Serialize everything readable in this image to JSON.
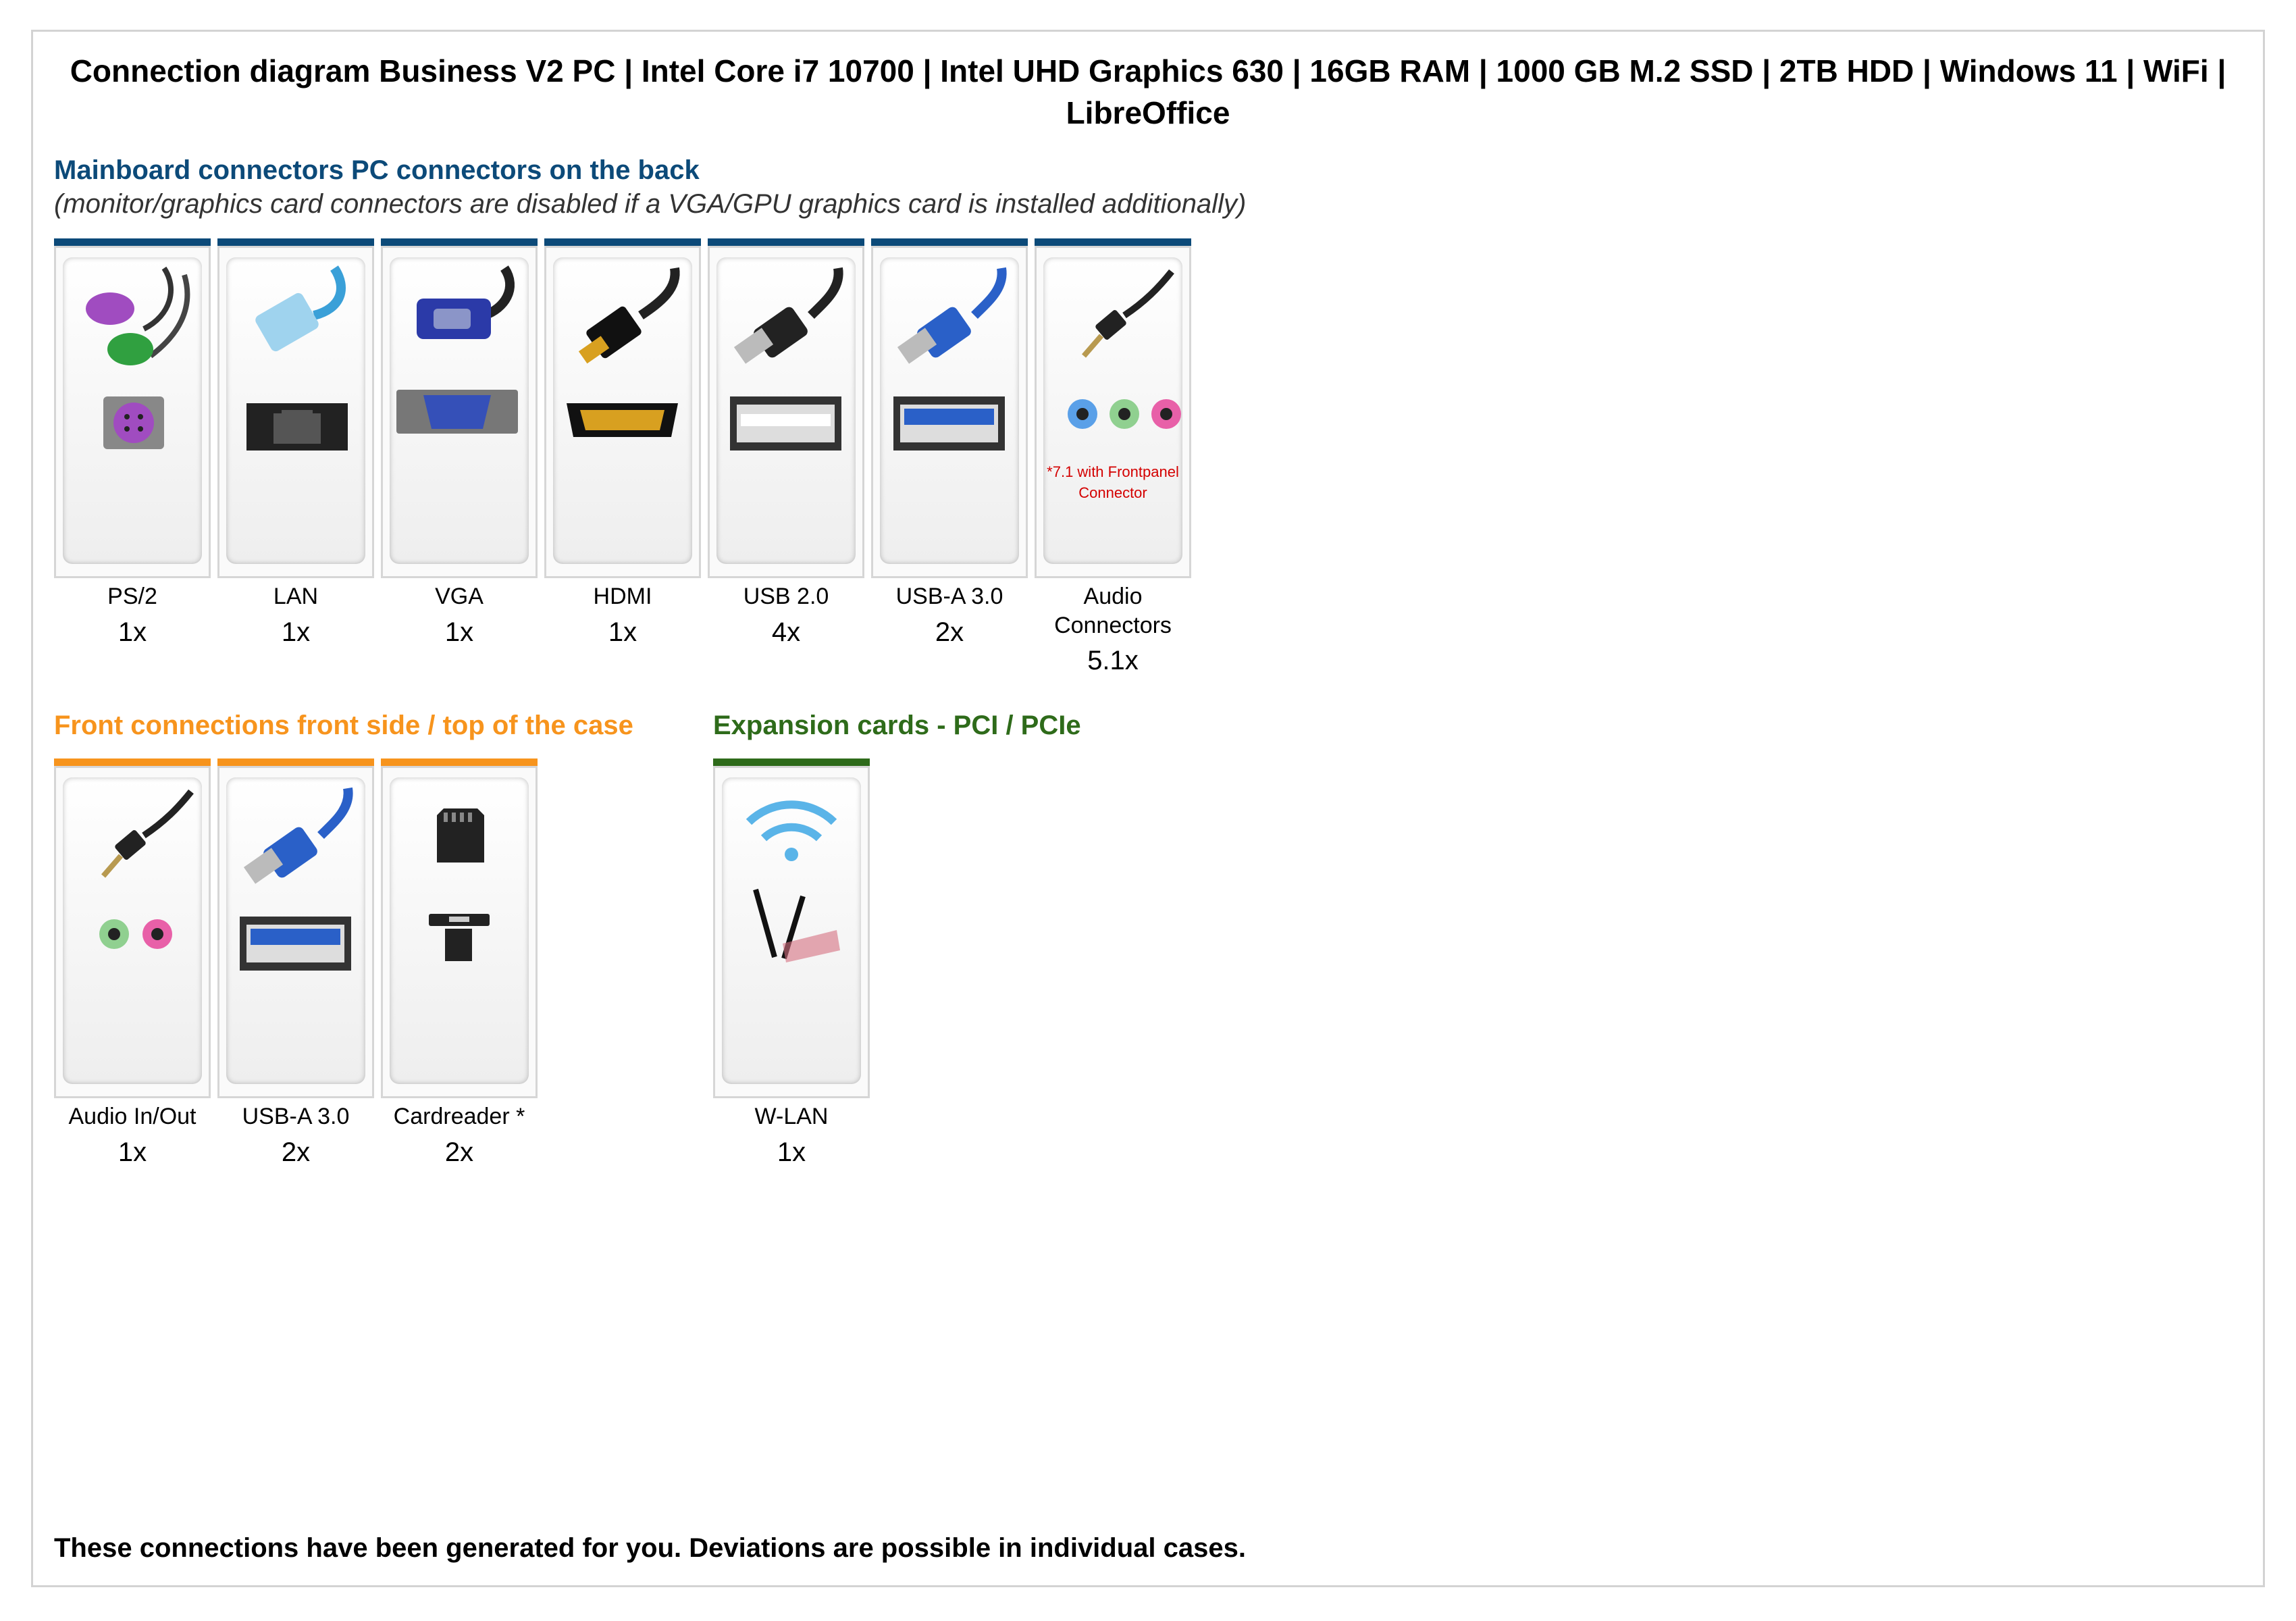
{
  "title": "Connection diagram Business V2 PC | Intel Core i7 10700 | Intel UHD Graphics 630 | 16GB RAM | 1000 GB M.2 SSD | 2TB HDD | Windows 11 | WiFi | LibreOffice",
  "colors": {
    "mainboard": "#0c4a79",
    "front": "#f7941d",
    "expansion": "#2e6b1a",
    "note": "#d40000"
  },
  "mainboard": {
    "heading": "Mainboard connectors PC connectors on the back",
    "subheading": "(monitor/graphics card connectors are disabled if a VGA/GPU graphics card is installed additionally)",
    "items": [
      {
        "icon": "ps2-icon",
        "label": "PS/2",
        "count": "1x"
      },
      {
        "icon": "lan-icon",
        "label": "LAN",
        "count": "1x"
      },
      {
        "icon": "vga-icon",
        "label": "VGA",
        "count": "1x"
      },
      {
        "icon": "hdmi-icon",
        "label": "HDMI",
        "count": "1x"
      },
      {
        "icon": "usb2-icon",
        "label": "USB 2.0",
        "count": "4x"
      },
      {
        "icon": "usb3-icon",
        "label": "USB-A 3.0",
        "count": "2x"
      },
      {
        "icon": "audio-jacks-icon",
        "label": "Audio Connectors",
        "count": "5.1x",
        "note": "*7.1 with Frontpanel Connector"
      }
    ]
  },
  "front": {
    "heading": "Front connections front side / top of the case",
    "items": [
      {
        "icon": "audio-in-out-icon",
        "label": "Audio In/Out",
        "count": "1x"
      },
      {
        "icon": "usb3-icon",
        "label": "USB-A 3.0",
        "count": "2x"
      },
      {
        "icon": "cardreader-icon",
        "label": "Cardreader *",
        "count": "2x"
      }
    ]
  },
  "expansion": {
    "heading": "Expansion cards - PCI / PCIe",
    "items": [
      {
        "icon": "wlan-icon",
        "label": "W-LAN",
        "count": "1x"
      }
    ]
  },
  "footer": "These connections have been generated for you. Deviations are possible in individual cases."
}
